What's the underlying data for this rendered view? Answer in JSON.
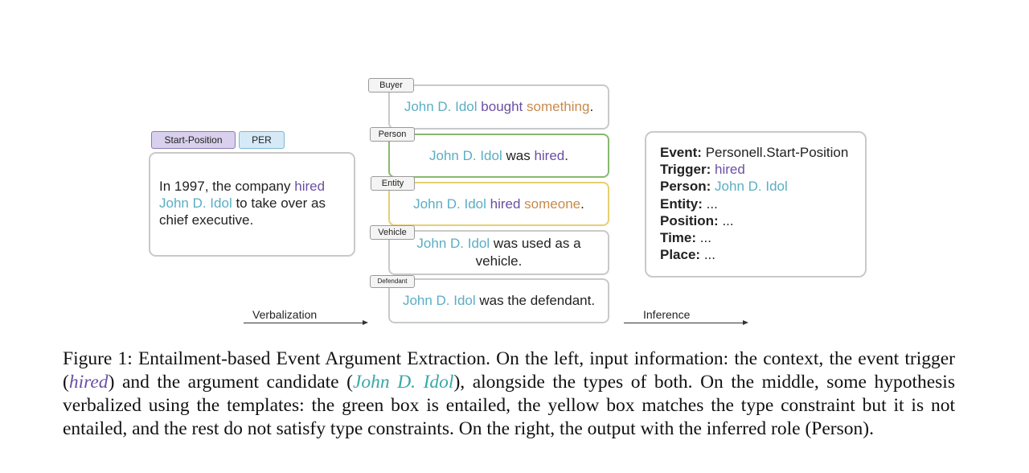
{
  "context": {
    "type_tags": [
      "Start-Position",
      "PER"
    ],
    "text_before": "In 1997, the company ",
    "trigger": "hired",
    "candidate": "John D. Idol",
    "text_after": " to take over as chief executive."
  },
  "flow": {
    "verbalization_label": "Verbalization",
    "inference_label": "Inference"
  },
  "hypotheses": [
    {
      "role": "Buyer",
      "subject": "John D. Idol",
      "verb": "bought",
      "object": "something",
      "tail": "."
    },
    {
      "role": "Person",
      "subject": "John D. Idol",
      "mid": " was ",
      "verb": "hired",
      "tail": "."
    },
    {
      "role": "Entity",
      "subject": "John D. Idol",
      "verb": "hired",
      "object": "someone",
      "tail": "."
    },
    {
      "role": "Vehicle",
      "subject": "John D. Idol",
      "rest": " was used as a vehicle."
    },
    {
      "role": "Defendant",
      "subject": "John D. Idol",
      "rest": " was the defendant."
    }
  ],
  "output": {
    "event_label": "Event:",
    "event_value": "Personell.Start-Position",
    "trigger_label": "Trigger:",
    "trigger_value": "hired",
    "person_label": "Person:",
    "person_value": "John D. Idol",
    "entity_label": "Entity:",
    "entity_value": "...",
    "position_label": "Position:",
    "position_value": "...",
    "time_label": "Time:",
    "time_value": "...",
    "place_label": "Place:",
    "place_value": "..."
  },
  "caption": {
    "p1": "Figure 1: Entailment-based Event Argument Extraction.  On the left, input information: the context, the event trigger (",
    "trigger": "hired",
    "p2": ") and the argument candidate (",
    "candidate": "John D. Idol",
    "p3": "), alongside the types of both.  On the middle, some hypothesis verbalized using the templates: the green box is entailed, the yellow box matches the type constraint but it is not entailed, and the rest do not satisfy type constraints.  On the right, the output with the inferred role (Person)."
  }
}
